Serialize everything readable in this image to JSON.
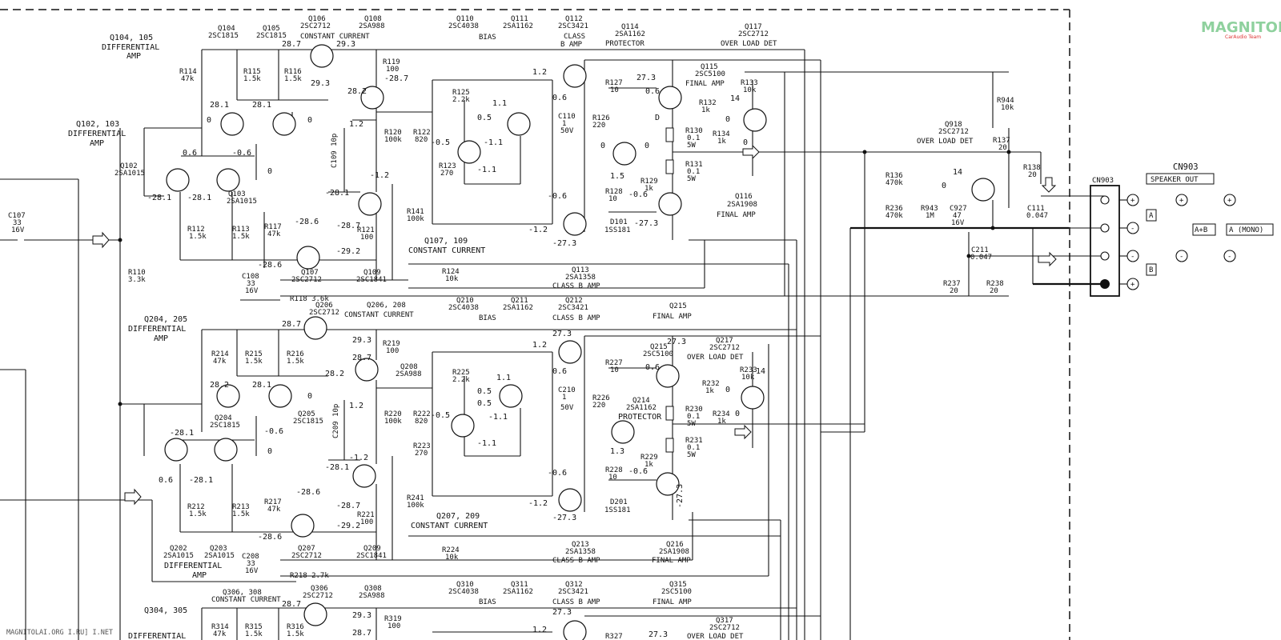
{
  "watermark": {
    "brand": "MAGNITOLA",
    "sub": "CarAudio Team",
    "footer": "MAGNITOLAI.ORG I.RU] I.NET"
  },
  "stage1": {
    "q104_105": "Q104, 105",
    "diff_amp": "DIFFERENTIAL",
    "amp": "AMP",
    "q102_103": "Q102, 103",
    "q104": "Q104",
    "q104p": "2SC1815",
    "q105": "Q105",
    "q105p": "2SC1815",
    "q106": "Q106",
    "q106p": "2SC2712",
    "cc": "CONSTANT CURRENT",
    "q108": "Q108",
    "q108p": "2SA988",
    "q110": "Q110",
    "q110p": "2SC4038",
    "q111": "Q111",
    "q111p": "2SA1162",
    "bias": "BIAS",
    "q112": "Q112",
    "q112p": "2SC3421",
    "classb": "CLASS",
    "bamp": "B AMP",
    "q114": "Q114",
    "q114p": "2SA1162",
    "protector": "PROTECTOR",
    "q117": "Q117",
    "q117p": "2SC2712",
    "overload": "OVER LOAD DET",
    "q115": "Q115",
    "q115p": "2SC5100",
    "finalamp": "FINAL AMP",
    "q116": "Q116",
    "q116p": "2SA1908",
    "q102": "Q102",
    "q102p": "2SA1015",
    "q103": "Q103",
    "q103p": "2SA1015",
    "q107": "Q107",
    "q107p": "2SC2712",
    "q109": "Q109",
    "q109p": "2SC1841",
    "q107_109": "Q107, 109",
    "q113": "Q113",
    "q113p": "2SA1358",
    "classbamp": "CLASS B AMP",
    "q918": "Q918",
    "q918p": "2SC2712",
    "r114": "R114",
    "r114v": "47k",
    "r115": "R115",
    "r115v": "1.5k",
    "r116": "R116",
    "r116v": "1.5k",
    "r119": "R119",
    "r119v": "100",
    "r125": "R125",
    "r125v": "2.2k",
    "r127": "R127",
    "r127v": "10",
    "r126": "R126",
    "r126v": "220",
    "r133": "R133",
    "r133v": "10k",
    "r944": "R944",
    "r944v": "10k",
    "r132": "R132",
    "r132v": "1k",
    "r130": "R130",
    "r130v": "0.1",
    "r130w": "5W",
    "r134": "R134",
    "r134v": "1k",
    "r131": "R131",
    "r131v": "0.1",
    "r131w": "5W",
    "r137": "R137",
    "r137v": "20",
    "r138": "R138",
    "r138v": "20",
    "r120": "R120",
    "r120v": "100k",
    "r122": "R122",
    "r122v": "820",
    "r123": "R123",
    "r123v": "270",
    "r129": "R129",
    "r129v": "1k",
    "r128": "R128",
    "r128v": "10",
    "d101": "D101",
    "d101p": "1SS181",
    "r112": "R112",
    "r112v": "1.5k",
    "r113": "R113",
    "r113v": "1.5k",
    "r117": "R117",
    "r117v": "47k",
    "r121": "R121",
    "r121v": "100",
    "r141": "R141",
    "r141v": "100k",
    "r110": "R110",
    "r110v": "3.3k",
    "r124": "R124",
    "r124v": "10k",
    "c107": "C107",
    "c107v": "33",
    "c107vv": "16V",
    "c108": "C108",
    "c108v": "33",
    "c108vv": "16V",
    "r118": "R118 3.6k",
    "c109": "C109 10p",
    "c110": "C110",
    "c110v": "1",
    "c110vv": "50V",
    "r136": "R136",
    "r136v": "470k",
    "r236": "R236",
    "r236v": "470k",
    "r943": "R943",
    "r943v": "1M",
    "c927": "C927",
    "c927v": "47",
    "c927vv": "16V",
    "c111": "C111",
    "c111v": "0.047",
    "c211": "C211",
    "c211v": "0.047",
    "r237": "R237",
    "r237v": "20",
    "r238": "R238",
    "r238v": "20",
    "volts": [
      "28.7",
      "29.3",
      "29.3",
      "28.2",
      "-28.7",
      "28.1",
      "28.1",
      "0",
      "0",
      "-0.6",
      "0.6",
      "0",
      "-28.1",
      "-28.1",
      "1.2",
      "-1.2",
      "-28.1",
      "-28.7",
      "-28.6",
      "-28.6",
      "-29.2",
      "1.2",
      "0.6",
      "0.6",
      "27.3",
      "D",
      "0",
      "14",
      "0",
      "0.5",
      "1.1",
      "-0.5",
      "-1.1",
      "-1.1",
      "0",
      "1.5",
      "-0.6",
      "-0.6",
      "0",
      "-1.2",
      "-27.3",
      "-27.3",
      "14",
      "0"
    ]
  },
  "connector": {
    "cn903": "CN903",
    "speaker_out": "SPEAKER OUT",
    "cn903_small": "CN903",
    "plus": "+",
    "minus": "-",
    "a": "A",
    "b": "B",
    "ab": "A+B",
    "mono": "A (MONO)"
  },
  "stage2": {
    "q204_205": "Q204, 205",
    "diff_amp": "DIFFERENTIAL",
    "amp": "AMP",
    "q206": "Q206",
    "q206p": "2SC2712",
    "q206_208": "Q206, 208",
    "cc": "CONSTANT CURRENT",
    "q210": "Q210",
    "q210p": "2SC4038",
    "q211": "Q211",
    "q211p": "2SA1162",
    "bias": "BIAS",
    "q212": "Q212",
    "q212p": "2SC3421",
    "classbamp": "CLASS B AMP",
    "q215": "Q215",
    "finalamp": "FINAL AMP",
    "q215b": "Q215",
    "q215p": "2SC5100",
    "q217": "Q217",
    "q217p": "2SC2712",
    "overload": "OVER LOAD DET",
    "q208": "Q208",
    "q208p": "2SA988",
    "q204": "Q204",
    "q204p": "2SC1815",
    "q205": "Q205",
    "q205p": "2SC1815",
    "q214": "Q214",
    "q214p": "2SA1162",
    "protector": "PROTECTOR",
    "q202": "Q202",
    "q202p": "2SA1015",
    "q203": "Q203",
    "q203p": "2SA1015",
    "q207": "Q207",
    "q207p": "2SC2712",
    "q209": "Q209",
    "q209p": "2SC1841",
    "q207_209": "Q207, 209",
    "cc2": "CONSTANT CURRENT",
    "q213": "Q213",
    "q213p": "2SA1358",
    "q216": "Q216",
    "q216p": "2SA1908",
    "r214": "R214",
    "r214v": "47k",
    "r215": "R215",
    "r215v": "1.5k",
    "r216": "R216",
    "r216v": "1.5k",
    "r219": "R219",
    "r219v": "100",
    "r225": "R225",
    "r225v": "2.2k",
    "r227": "R227",
    "r227v": "10",
    "r226": "R226",
    "r226v": "220",
    "r233": "R233",
    "r233v": "10k",
    "r232": "R232",
    "r232v": "1k",
    "r230": "R230",
    "r230v": "0.1",
    "r230w": "5W",
    "r234": "R234",
    "r234v": "1k",
    "r231": "R231",
    "r231v": "0.1",
    "r231w": "5W",
    "r220": "R220",
    "r220v": "100k",
    "r222": "R222",
    "r222v": "820",
    "r223": "R223",
    "r223v": "270",
    "r229": "R229",
    "r229v": "1k",
    "r228": "R228",
    "r228v": "10",
    "d201": "D201",
    "d201p": "1SS181",
    "r212": "R212",
    "r212v": "1.5k",
    "r213": "R213",
    "r213v": "1.5k",
    "r217": "R217",
    "r217v": "47k",
    "r221": "R221",
    "r221v": "100",
    "r241": "R241",
    "r241v": "100k",
    "r224": "R224",
    "r224v": "10k",
    "c208": "C208",
    "c208v": "33",
    "c208vv": "16V",
    "r218": "R218 2.7k",
    "c209": "C209 10p",
    "c210": "C210",
    "c210v": "1",
    "c210vv": "50V",
    "volts": [
      "28.7",
      "29.3",
      "28.7",
      "28.2",
      "28.2",
      "28.1",
      "0",
      "-0.6",
      "0",
      "-28.1",
      "0.6",
      "-28.1",
      "1.2",
      "-1.2",
      "-28.1",
      "-28.7",
      "-28.6",
      "-28.6",
      "-29.2",
      "1.2",
      "0.6",
      "0.6",
      "27.3",
      "27.3",
      "0",
      "14",
      "0",
      "0.5",
      "0.5",
      "1.1",
      "-0.5",
      "-1.1",
      "-1.1",
      "1.3",
      "-0.6",
      "-0.6",
      "-1.2",
      "-27.3",
      "-27.3"
    ]
  },
  "stage3": {
    "q306_308": "Q306, 308",
    "cc": "CONSTANT CURRENT",
    "q306": "Q306",
    "q306p": "2SC2712",
    "q308": "Q308",
    "q308p": "2SA988",
    "q310": "Q310",
    "q310p": "2SC4038",
    "q311": "Q311",
    "q311p": "2SA1162",
    "bias": "BIAS",
    "q312": "Q312",
    "q312p": "2SC3421",
    "classbamp": "CLASS B AMP",
    "q315": "Q315",
    "q315p": "2SC5100",
    "finalamp": "FINAL AMP",
    "q304_305": "Q304, 305",
    "diff_amp": "DIFFERENTIAL",
    "q317": "Q317",
    "q317p": "2SC2712",
    "overload": "OVER LOAD DET",
    "r314": "R314",
    "r314v": "47k",
    "r315": "R315",
    "r315v": "1.5k",
    "r316": "R316",
    "r316v": "1.5k",
    "r319": "R319",
    "r319v": "100",
    "r327": "R327",
    "volts": [
      "28.7",
      "29.3",
      "28.7",
      "1.2",
      "27.3",
      "27.3"
    ]
  }
}
